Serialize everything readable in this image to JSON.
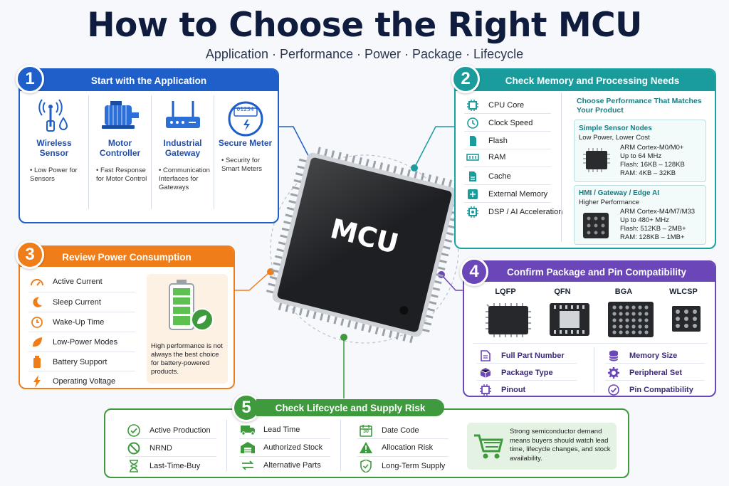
{
  "header": {
    "title": "How to Choose the Right MCU",
    "subtitle": "Application · Performance · Power · Package · Lifecycle"
  },
  "center": {
    "chip_label": "MCU"
  },
  "colors": {
    "blue": "#1f5fc9",
    "teal": "#1a9c9d",
    "orange": "#ef7d1a",
    "purple": "#6a46b8",
    "green": "#3f9a3e"
  },
  "step1": {
    "number": "1",
    "title": "Start with the Application",
    "cards": [
      {
        "icon": "antenna-sensor-icon",
        "name": "Wireless Sensor",
        "desc": "• Low Power for Sensors"
      },
      {
        "icon": "motor-icon",
        "name": "Motor Controller",
        "desc": "• Fast Response for Motor Control"
      },
      {
        "icon": "router-icon",
        "name": "Industrial Gateway",
        "desc": "• Communication Interfaces for Gateways"
      },
      {
        "icon": "meter-icon",
        "name": "Secure Meter",
        "meter_reading": "01234",
        "desc": "• Security for Smart Meters"
      }
    ]
  },
  "step2": {
    "number": "2",
    "title": "Check Memory and Processing Needs",
    "items": [
      {
        "icon": "cpu-icon",
        "label": "CPU Core"
      },
      {
        "icon": "clock-icon",
        "label": "Clock Speed"
      },
      {
        "icon": "flash-icon",
        "label": "Flash"
      },
      {
        "icon": "ram-icon",
        "label": "RAM"
      },
      {
        "icon": "cache-icon",
        "label": "Cache"
      },
      {
        "icon": "external-memory-icon",
        "label": "External Memory"
      },
      {
        "icon": "ai-chip-icon",
        "label": "DSP / AI Acceleration"
      }
    ],
    "perf_heading": "Choose Performance That Matches Your Product",
    "tiers": [
      {
        "title": "Simple Sensor Nodes",
        "subtitle": "Low Power, Lower Cost",
        "specs": [
          "ARM Cortex-M0/M0+",
          "Up to 64 MHz",
          "Flash: 16KB – 128KB",
          "RAM: 4KB – 32KB"
        ]
      },
      {
        "title": "HMI / Gateway / Edge AI",
        "subtitle": "Higher Performance",
        "specs": [
          "ARM Cortex-M4/M7/M33",
          "Up to 480+ MHz",
          "Flash: 512KB – 2MB+",
          "RAM: 128KB – 1MB+"
        ]
      }
    ]
  },
  "step3": {
    "number": "3",
    "title": "Review Power Consumption",
    "items": [
      {
        "icon": "gauge-icon",
        "label": "Active Current"
      },
      {
        "icon": "moon-icon",
        "label": "Sleep Current"
      },
      {
        "icon": "timer-icon",
        "label": "Wake-Up Time"
      },
      {
        "icon": "leaf-icon",
        "label": "Low-Power Modes"
      },
      {
        "icon": "battery-icon",
        "label": "Battery Support"
      },
      {
        "icon": "bolt-icon",
        "label": "Operating Voltage"
      }
    ],
    "note": "High performance is not always the best choice for battery-powered products."
  },
  "step4": {
    "number": "4",
    "title": "Confirm Package and Pin Compatibility",
    "packages": [
      "LQFP",
      "QFN",
      "BGA",
      "WLCSP"
    ],
    "left_items": [
      {
        "icon": "document-icon",
        "label": "Full Part Number"
      },
      {
        "icon": "cube-icon",
        "label": "Package Type"
      },
      {
        "icon": "pin-chip-icon",
        "label": "Pinout"
      }
    ],
    "right_items": [
      {
        "icon": "database-icon",
        "label": "Memory Size"
      },
      {
        "icon": "gear-icon",
        "label": "Peripheral Set"
      },
      {
        "icon": "check-circle-icon",
        "label": "Pin Compatibility"
      }
    ]
  },
  "step5": {
    "number": "5",
    "title": "Check Lifecycle and Supply Risk",
    "col1": [
      {
        "icon": "check-circle-icon",
        "label": "Active Production"
      },
      {
        "icon": "no-icon",
        "label": "NRND"
      },
      {
        "icon": "hourglass-icon",
        "label": "Last-Time-Buy"
      }
    ],
    "col2": [
      {
        "icon": "truck-icon",
        "label": "Lead Time"
      },
      {
        "icon": "warehouse-icon",
        "label": "Authorized Stock"
      },
      {
        "icon": "swap-icon",
        "label": "Alternative Parts"
      }
    ],
    "col3": [
      {
        "icon": "calendar-icon",
        "label": "Date Code",
        "calendar_number": "30"
      },
      {
        "icon": "warning-icon",
        "label": "Allocation Risk"
      },
      {
        "icon": "shield-icon",
        "label": "Long-Term Supply"
      }
    ],
    "note": "Strong semiconductor demand means buyers should watch lead time, lifecycle changes, and stock availability."
  }
}
